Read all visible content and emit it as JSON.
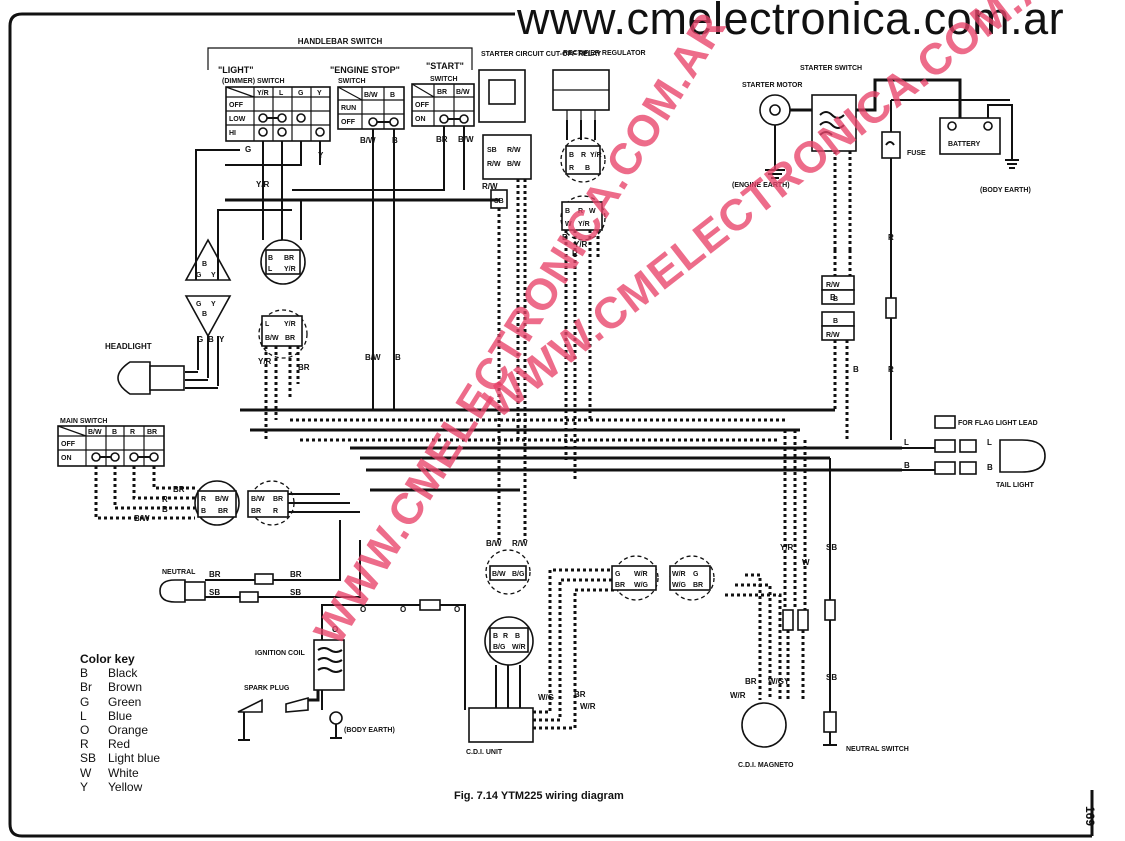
{
  "header": {
    "website": "www.cmelectronica.com.ar"
  },
  "watermarks": [
    "WWW.CMELECTRONICA.COM.AR",
    "WWW.CMELECTRONICA.COM.AR"
  ],
  "caption": "Fig. 7.14 YTM225 wiring diagram",
  "page_number": "169",
  "handlebar_switch": {
    "title": "HANDLEBAR SWITCH",
    "light_switch": {
      "title": "\"LIGHT\"",
      "subtitle": "(DIMMER) SWITCH",
      "cols": [
        "Y/R",
        "L",
        "G",
        "Y"
      ],
      "rows": [
        "OFF",
        "LOW",
        "HI"
      ]
    },
    "engine_stop_switch": {
      "title": "\"ENGINE STOP\"",
      "subtitle": "SWITCH",
      "cols": [
        "B/W",
        "B"
      ],
      "rows": [
        "RUN",
        "OFF"
      ]
    },
    "start_switch": {
      "title": "\"START\"",
      "subtitle": "SWITCH",
      "cols": [
        "BR",
        "B/W"
      ],
      "rows": [
        "OFF",
        "ON"
      ]
    }
  },
  "main_switch": {
    "title": "MAIN SWITCH",
    "cols": [
      "B/W",
      "B",
      "R",
      "BR"
    ],
    "rows": [
      "OFF",
      "ON"
    ]
  },
  "components": {
    "starter_cutoff_relay": "STARTER CIRCUIT CUT-OFF RELAY",
    "rectifier_regulator": "RECTIFIER REGULATOR",
    "starter_switch": "STARTER SWITCH",
    "starter_motor": "STARTER MOTOR",
    "engine_earth": "(ENGINE EARTH)",
    "fuse": "FUSE",
    "battery": "BATTERY",
    "body_earth": "(BODY EARTH)",
    "headlight": "HEADLIGHT",
    "flag_light_lead": "FOR FLAG LIGHT LEAD",
    "tail_light": "TAIL LIGHT",
    "neutral": "NEUTRAL",
    "ignition_coil": "IGNITION COIL",
    "spark_plug": "SPARK PLUG",
    "coil_earth": "(BODY EARTH)",
    "cdi_unit": "C.D.I. UNIT",
    "cdi_magneto": "C.D.I. MAGNETO",
    "neutral_switch": "NEUTRAL SWITCH"
  },
  "color_key": {
    "title": "Color key",
    "entries": [
      {
        "code": "B",
        "name": "Black"
      },
      {
        "code": "Br",
        "name": "Brown"
      },
      {
        "code": "G",
        "name": "Green"
      },
      {
        "code": "L",
        "name": "Blue"
      },
      {
        "code": "O",
        "name": "Orange"
      },
      {
        "code": "R",
        "name": "Red"
      },
      {
        "code": "SB",
        "name": "Light blue"
      },
      {
        "code": "W",
        "name": "White"
      },
      {
        "code": "Y",
        "name": "Yellow"
      }
    ]
  },
  "wire_labels": {
    "G": "G",
    "Y": "Y",
    "B": "B",
    "L": "L",
    "R": "R",
    "W": "W",
    "O": "O",
    "BR": "BR",
    "SB": "SB",
    "YR": "Y/R",
    "BW": "B/W",
    "RW": "R/W",
    "WR": "W/R",
    "WG": "W/G",
    "WGY": "W/GY",
    "BG": "B/G"
  },
  "colors": {
    "ink": "#111111",
    "watermark": "#e8436a",
    "paper": "#ffffff"
  }
}
